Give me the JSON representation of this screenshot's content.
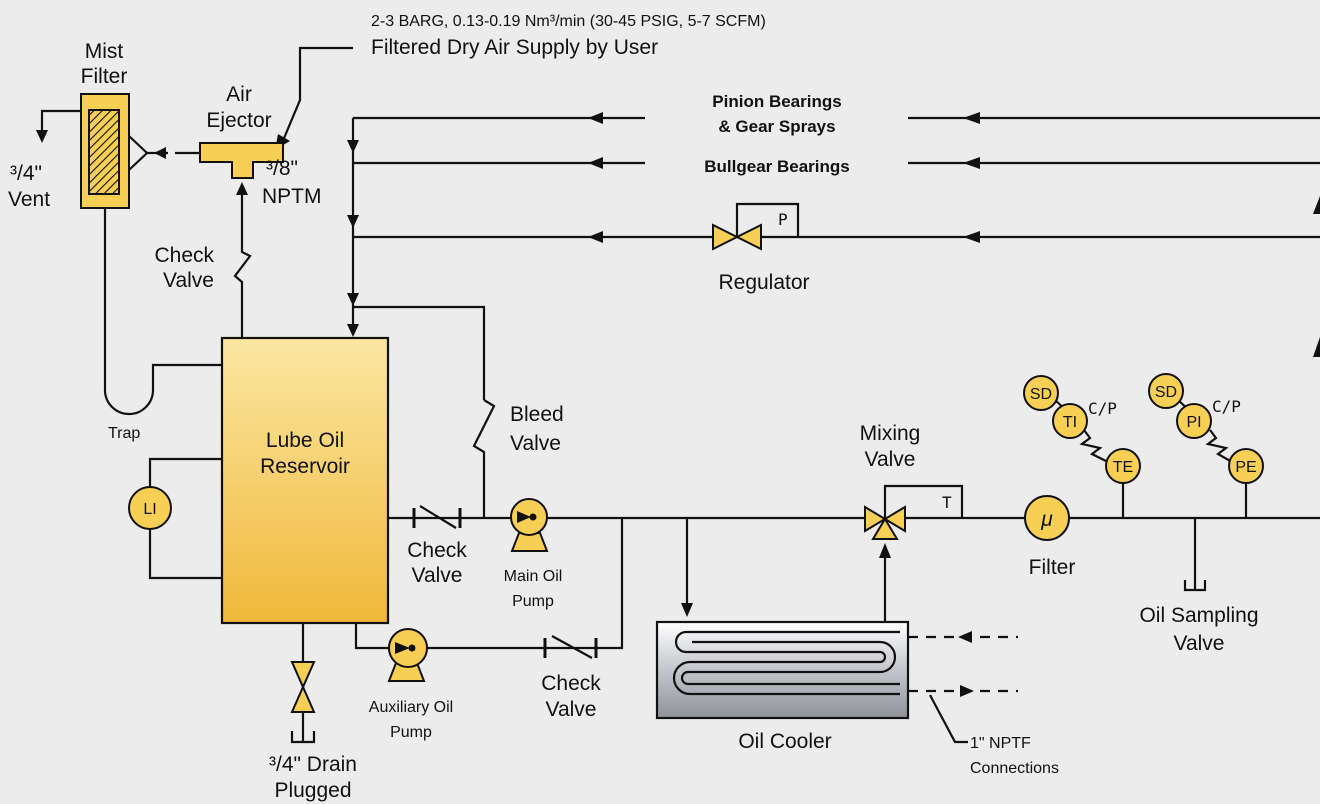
{
  "labels": {
    "supply_spec": "2-3 BARG, 0.13-0.19 Nm³/min (30-45 PSIG, 5-7 SCFM)",
    "supply": "Filtered Dry Air Supply by User",
    "mist_filter_1": "Mist",
    "mist_filter_2": "Filter",
    "air_ejector_1": "Air",
    "air_ejector_2": "Ejector",
    "nptm_1": "³/8\"",
    "nptm_2": "NPTM",
    "vent_1": "³/4\"",
    "vent_2": "Vent",
    "check_valve_1": "Check",
    "check_valve_2": "Valve",
    "trap": "Trap",
    "reservoir_1": "Lube Oil",
    "reservoir_2": "Reservoir",
    "level_indicator": "LI",
    "drain_1": "³/4\" Drain",
    "drain_2": "Plugged",
    "pinion_1": "Pinion Bearings",
    "pinion_2": "& Gear Sprays",
    "bullgear": "Bullgear Bearings",
    "regulator": "Regulator",
    "regulator_tag": "P",
    "bleed_1": "Bleed",
    "bleed_2": "Valve",
    "main_pump_1": "Main Oil",
    "main_pump_2": "Pump",
    "aux_pump_1": "Auxiliary Oil",
    "aux_pump_2": "Pump",
    "mixing_1": "Mixing",
    "mixing_2": "Valve",
    "mixing_tag": "T",
    "oil_cooler": "Oil Cooler",
    "nptf_1": "1\" NPTF",
    "nptf_2": "Connections",
    "filter": "Filter",
    "filter_symbol": "μ",
    "sampling_1": "Oil Sampling",
    "sampling_2": "Valve",
    "sd": "SD",
    "ti": "TI",
    "te": "TE",
    "pi": "PI",
    "pe": "PE",
    "cp": "C/P"
  },
  "colors": {
    "background": "#ececec",
    "component_fill": "#f7cf55",
    "line": "#111111"
  }
}
